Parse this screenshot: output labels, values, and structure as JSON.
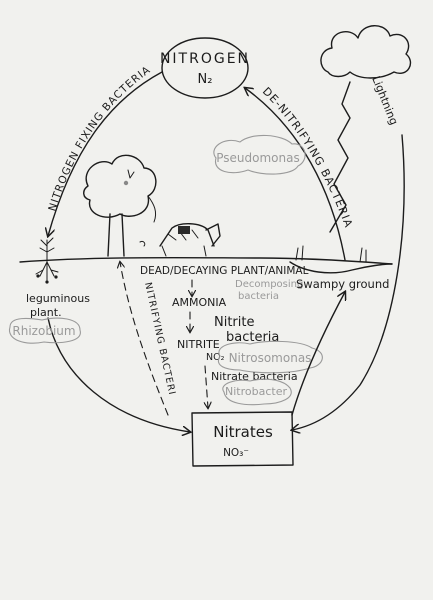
{
  "labels": {
    "nitrogen": "NITROGEN",
    "n2": "N₂",
    "nitrogen_fixing": "NITROGEN FIXING BACTERIA",
    "denitrifying": "DE-NITRIFYING BACTERIA",
    "lightning": "Lightning",
    "pseudomonas": "Pseudomonas",
    "leguminous": "leguminous",
    "plant": "plant.",
    "rhizobium": "Rhizobium",
    "dead_decaying": "DEAD/DECAYING PLANT/ANIMAL",
    "decomposing": "Decomposing",
    "bacteria_grey": "bacteria",
    "swampy": "Swampy ground",
    "ammonia": "AMMONIA",
    "nitrite_bacteria_1": "Nitrite",
    "nitrite_bacteria_2": "bacteria",
    "nitrite": "NITRITE",
    "no2": "NO₂",
    "nitrosomonas": "Nitrosomonas",
    "nitrifying_vertical": "NITRIFYING BACTERIA",
    "nitrate_bacteria": "Nitrate bacteria",
    "nitrobacter": "Nitrobacter",
    "nitrates": "Nitrates",
    "no3": "NO₃⁻"
  }
}
